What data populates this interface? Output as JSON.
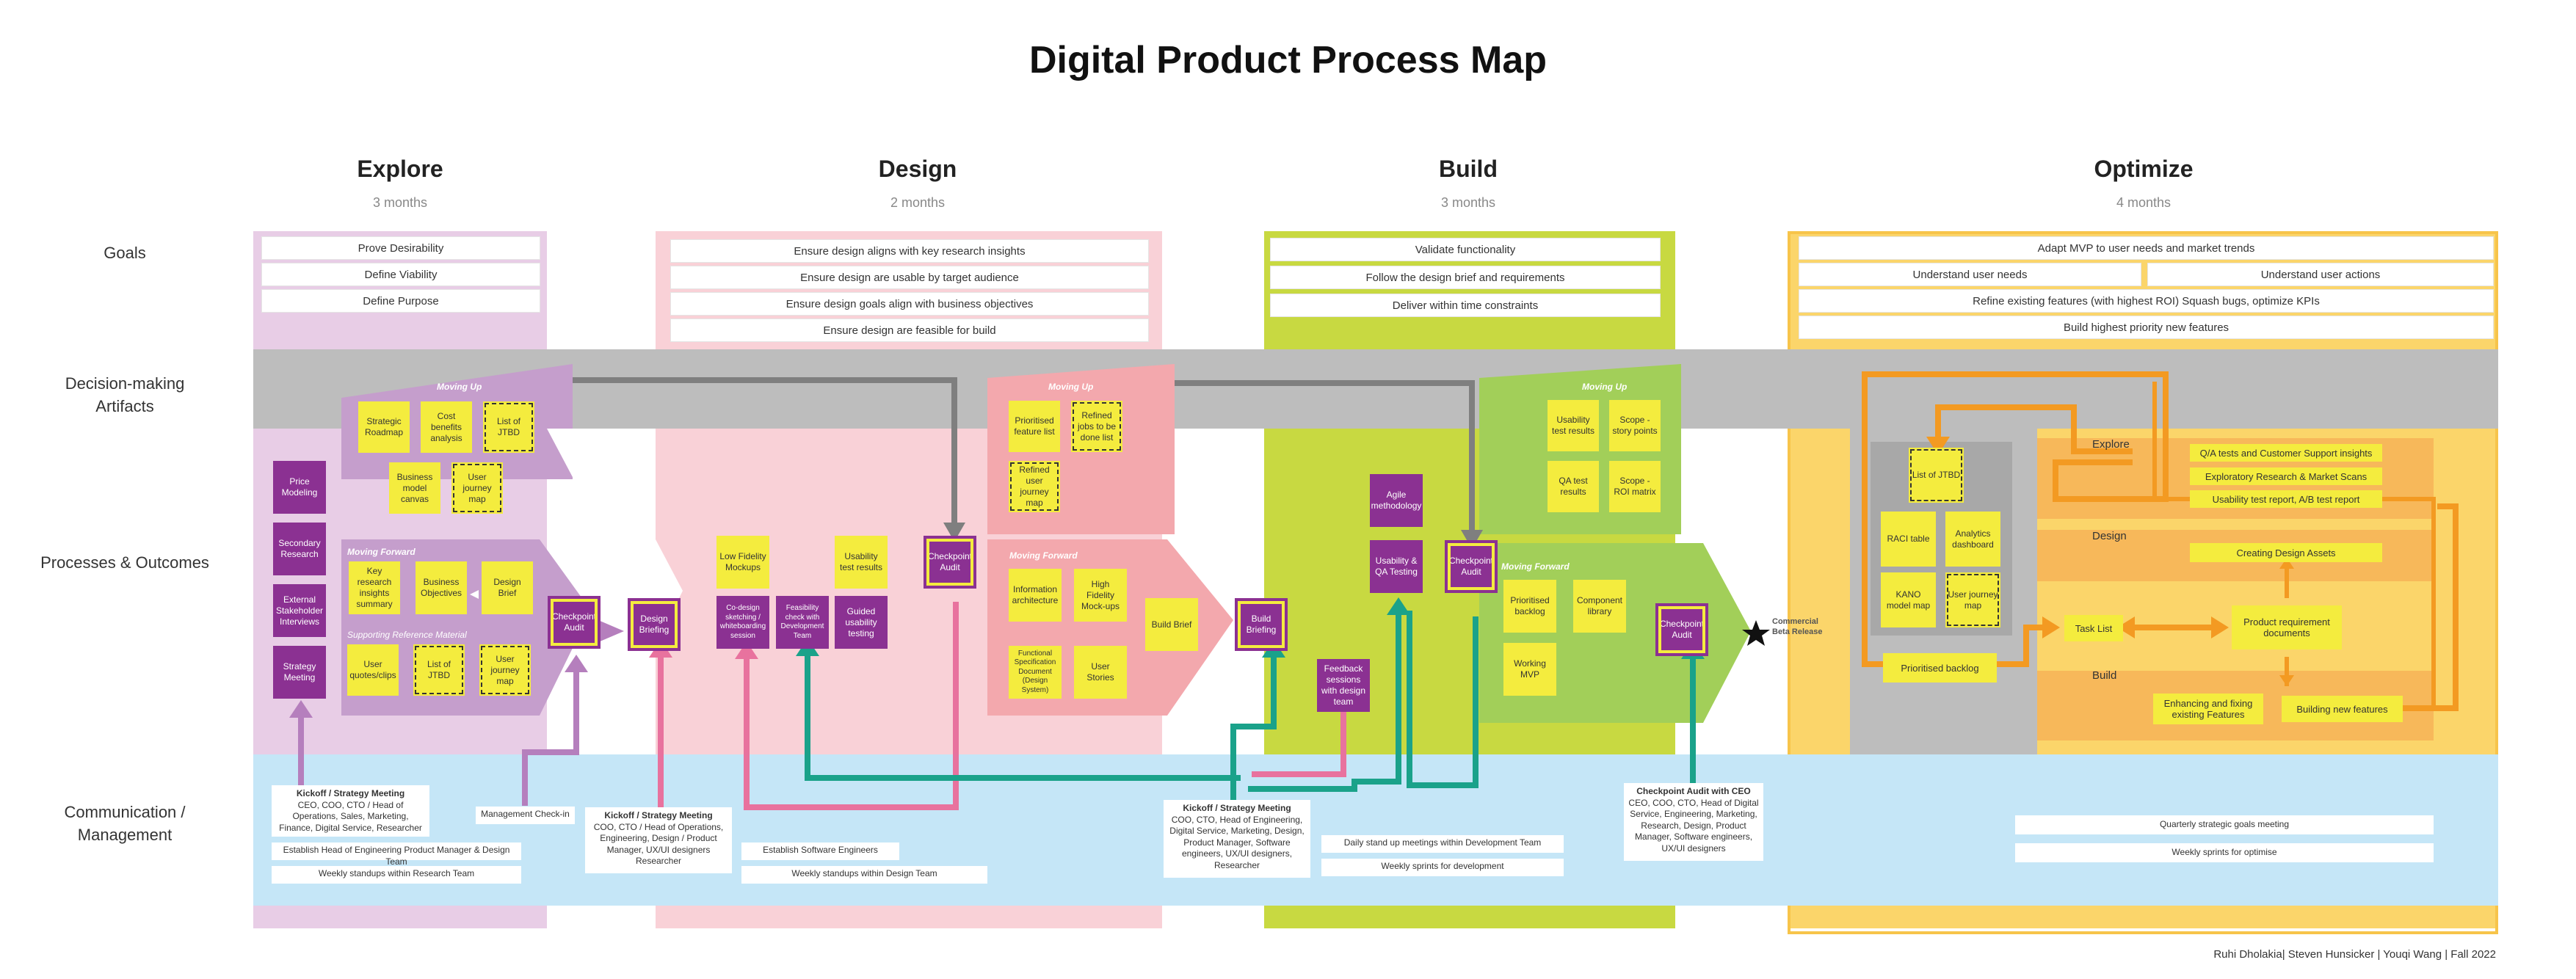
{
  "title": "Digital Product Process Map",
  "phases": [
    {
      "name": "Explore",
      "duration": "3 months"
    },
    {
      "name": "Design",
      "duration": "2 months"
    },
    {
      "name": "Build",
      "duration": "3 months"
    },
    {
      "name": "Optimize",
      "duration": "4 months"
    }
  ],
  "rows": {
    "goals": "Goals",
    "artifacts": "Decision-making Artifacts",
    "processes": "Processes & Outcomes",
    "comm": "Communication / Management"
  },
  "goals": {
    "explore": [
      "Prove Desirability",
      "Define Viability",
      "Define Purpose"
    ],
    "design": [
      "Ensure design aligns with key research insights",
      "Ensure design are usable by target audience",
      "Ensure design goals align with business objectives",
      "Ensure design are feasible for build"
    ],
    "build": [
      "Validate functionality",
      "Follow the design brief and requirements",
      "Deliver within time constraints"
    ],
    "optimize": {
      "row1": "Adapt MVP to user needs and market trends",
      "row2a": "Understand user needs",
      "row2b": "Understand user actions",
      "row3": "Refine existing features (with highest ROI) Squash bugs, optimize KPIs",
      "row4": "Build highest priority new features"
    }
  },
  "labels": {
    "moving_up": "Moving Up",
    "moving_forward": "Moving Forward",
    "supporting": "Supporting Reference Material",
    "commercial": "Commercial Beta Release"
  },
  "explore": {
    "left_boxes": [
      "Price Modeling",
      "Secondary Research",
      "External Stakeholder Interviews",
      "Strategy Meeting"
    ],
    "up": [
      "Strategic Roadmap",
      "Cost benefits analysis",
      "List of JTBD",
      "Business model canvas",
      "User journey map"
    ],
    "fwd": [
      "Key research insights summary",
      "Business Objectives",
      "Design Brief"
    ],
    "support": [
      "User quotes/clips",
      "List of JTBD",
      "User journey map"
    ],
    "checkpoint": "Checkpoint Audit",
    "brief": "Design Briefing"
  },
  "design": {
    "stickies": [
      "Low Fidelity Mockups",
      "Usability test results"
    ],
    "procs": [
      "Co-design sketching / whiteboarding session",
      "Feasibility check with Development Team",
      "Guided usability testing"
    ],
    "checkpoint": "Checkpoint Audit",
    "up": [
      "Prioritised feature list",
      "Refined jobs to be done list",
      "Refined user journey map"
    ],
    "fwd": [
      "Information architecture",
      "High Fidelity Mock-ups",
      "Build Brief",
      "Functional Specification Document (Design System)",
      "User Stories"
    ],
    "brief": "Build Briefing"
  },
  "build": {
    "agile": "Agile methodology",
    "usability": "Usability & QA Testing",
    "checkpoint1": "Checkpoint Audit",
    "feedback": "Feedback sessions with design team",
    "up": [
      "Usability test results",
      "Scope - story points",
      "QA test results",
      "Scope - ROI matrix"
    ],
    "fwd": [
      "Prioritised backlog",
      "Component library",
      "Working MVP"
    ],
    "checkpoint2": "Checkpoint Audit"
  },
  "optimize": {
    "explore": "Explore",
    "design": "Design",
    "build": "Build",
    "left": [
      "List of JTBD",
      "RACI table",
      "Analytics dashboard",
      "KANO model map",
      "User journey map"
    ],
    "backlog": "Prioritised backlog",
    "tasklist": "Task List",
    "prd": "Product requirement documents",
    "explore_items": [
      "Q/A tests and Customer Support insights",
      "Exploratory Research & Market Scans",
      "Usability test report, A/B test report"
    ],
    "design_item": "Creating Design Assets",
    "build_items": [
      "Enhancing and fixing existing Features",
      "Building new features"
    ]
  },
  "comm": {
    "kickoff1_title": "Kickoff / Strategy Meeting",
    "kickoff1_body": "CEO, COO, CTO / Head of Operations, Sales, Marketing, Finance, Digital Service, Researcher",
    "checkin": "Management Check-in",
    "eh1": "Establish Head of Engineering Product Manager & Design Team",
    "ws1": "Weekly standups within Research Team",
    "kickoff2_title": "Kickoff / Strategy Meeting",
    "kickoff2_body": "COO, CTO / Head of Operations, Engineering, Design / Product Manager, UX/UI designers Researcher",
    "es": "Establish Software Engineers",
    "ws2": "Weekly standups within Design Team",
    "kickoff3_title": "Kickoff / Strategy Meeting",
    "kickoff3_body": "COO, CTO, Head of Engineering, Digital Service, Marketing, Design, Product Manager, Software engineers, UX/UI designers, Researcher",
    "ds": "Daily stand up meetings within Development Team",
    "wsd": "Weekly sprints for development",
    "ceo_title": "Checkpoint Audit with CEO",
    "ceo_body": "CEO, COO, CTO, Head of Digital Service, Engineering, Marketing, Research, Design, Product Manager, Software engineers, UX/UI designers",
    "qs": "Quarterly strategic goals meeting",
    "wso": "Weekly sprints for optimise"
  },
  "credits": "Ruhi Dholakia| Steven Hunsicker | Youqi Wang | Fall 2022",
  "colors": {
    "explore": "#e8cde6",
    "design": "#f9d1d7",
    "build": "#c8d941",
    "optimize": "#fbd56a",
    "purple": "#8b3192",
    "sticky": "#f4ec3e",
    "teal": "#1aa28a",
    "pink": "#e8729e",
    "orange": "#f39a22",
    "comm": "#c5e6f7"
  }
}
